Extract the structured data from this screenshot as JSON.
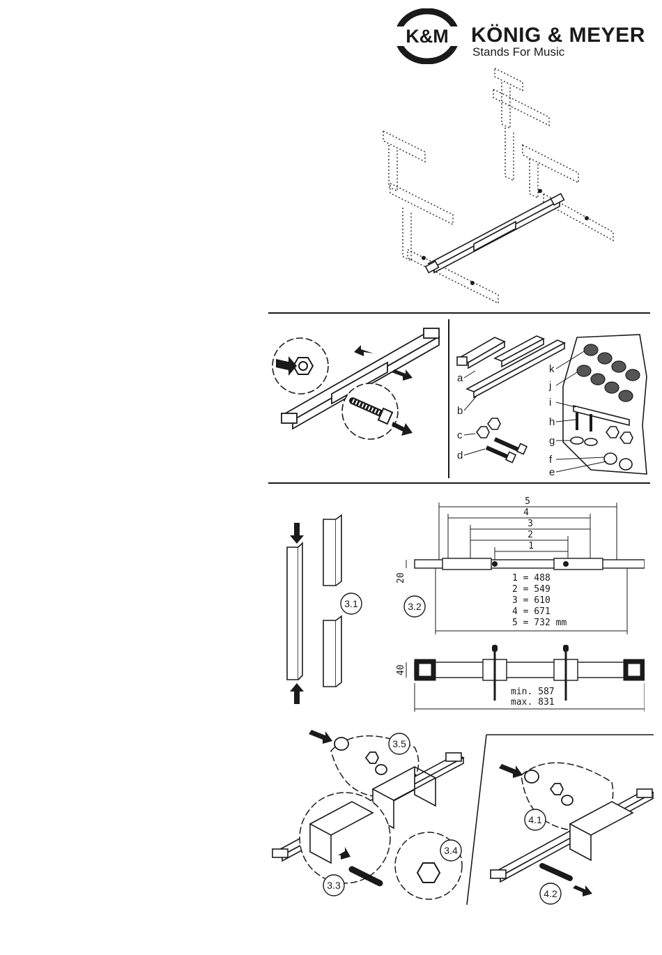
{
  "brand": {
    "logo_text": "K&M",
    "name": "KÖNIG & MEYER",
    "tagline": "Stands For Music"
  },
  "parts": {
    "labels": [
      "a",
      "b",
      "c",
      "d",
      "e",
      "f",
      "g",
      "h",
      "i",
      "j",
      "k"
    ]
  },
  "dimensions": {
    "height_label": "20",
    "width_label": "40",
    "markers": [
      "1",
      "2",
      "3",
      "4",
      "5"
    ],
    "lengths": [
      "1 = 488",
      "2 = 549",
      "3 = 610",
      "4 = 671",
      "5 = 732 mm"
    ],
    "min": "min. 587",
    "max": "max. 831"
  },
  "steps": [
    "3.1",
    "3.2",
    "3.3",
    "3.4",
    "3.5",
    "4.1",
    "4.2"
  ]
}
